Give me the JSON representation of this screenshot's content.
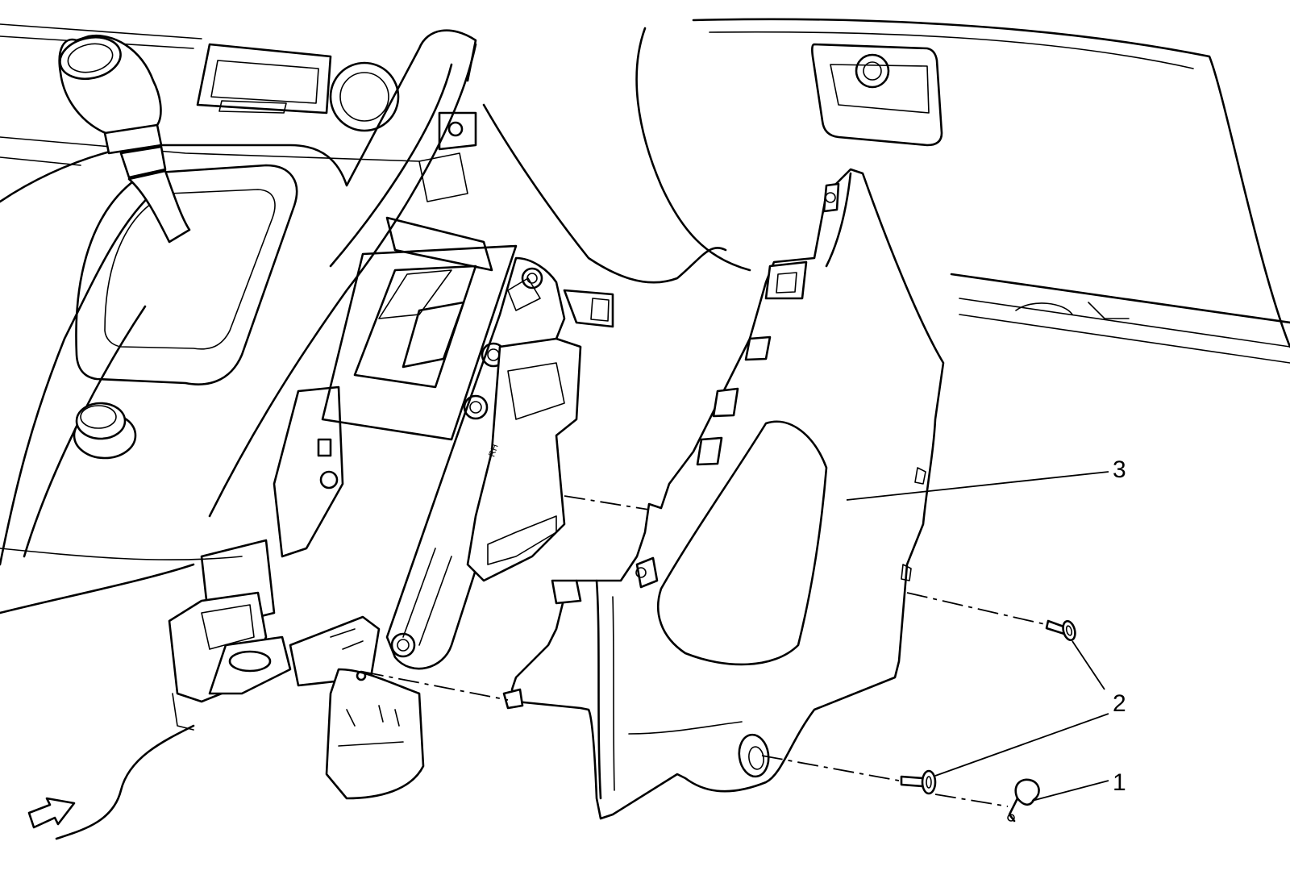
{
  "callouts": [
    {
      "id": "callout-1",
      "label": "1",
      "part": "retainer-clip"
    },
    {
      "id": "callout-2",
      "label": "2",
      "part": "push-pin-fastener"
    },
    {
      "id": "callout-3",
      "label": "3",
      "part": "console-side-trim-panel"
    }
  ],
  "bracket_marking": "RH",
  "view_indicator": "arrow-icon"
}
